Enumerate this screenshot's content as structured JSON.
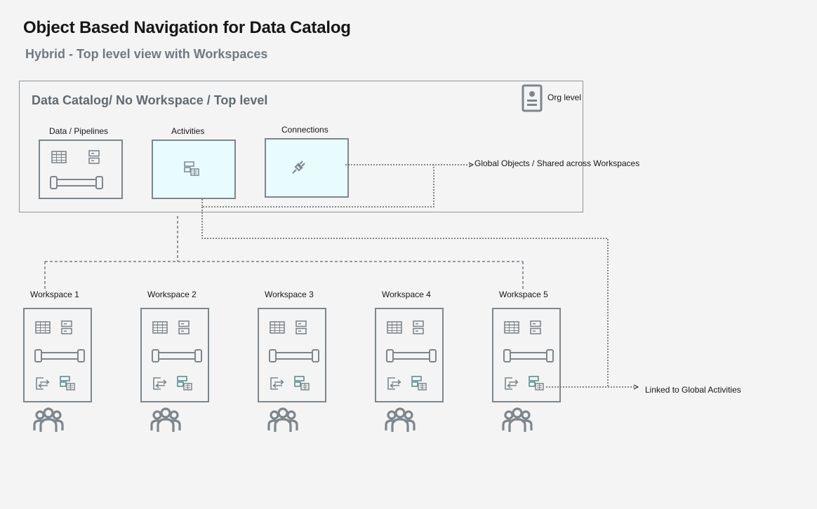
{
  "header": {
    "title": "Object Based Navigation for Data Catalog",
    "subtitle": "Hybrid - Top level view with Workspaces"
  },
  "top_level": {
    "title": "Data Catalog/ No Workspace / Top level",
    "org_label": "Org level",
    "sections": [
      {
        "label": "Data / Pipelines"
      },
      {
        "label": "Activities"
      },
      {
        "label": "Connections"
      }
    ]
  },
  "annotations": {
    "global": "Global Objects / Shared across Workspaces",
    "linked": "Linked to Global Activities"
  },
  "workspaces": [
    {
      "label": "Workspace 1"
    },
    {
      "label": "Workspace 2"
    },
    {
      "label": "Workspace 3"
    },
    {
      "label": "Workspace 4"
    },
    {
      "label": "Workspace 5"
    }
  ],
  "colors": {
    "icon": "#7d868d",
    "icon_teal": "#4f8a8b",
    "box_fill_highlight": "#e8fbfd",
    "border": "#7d868d"
  }
}
